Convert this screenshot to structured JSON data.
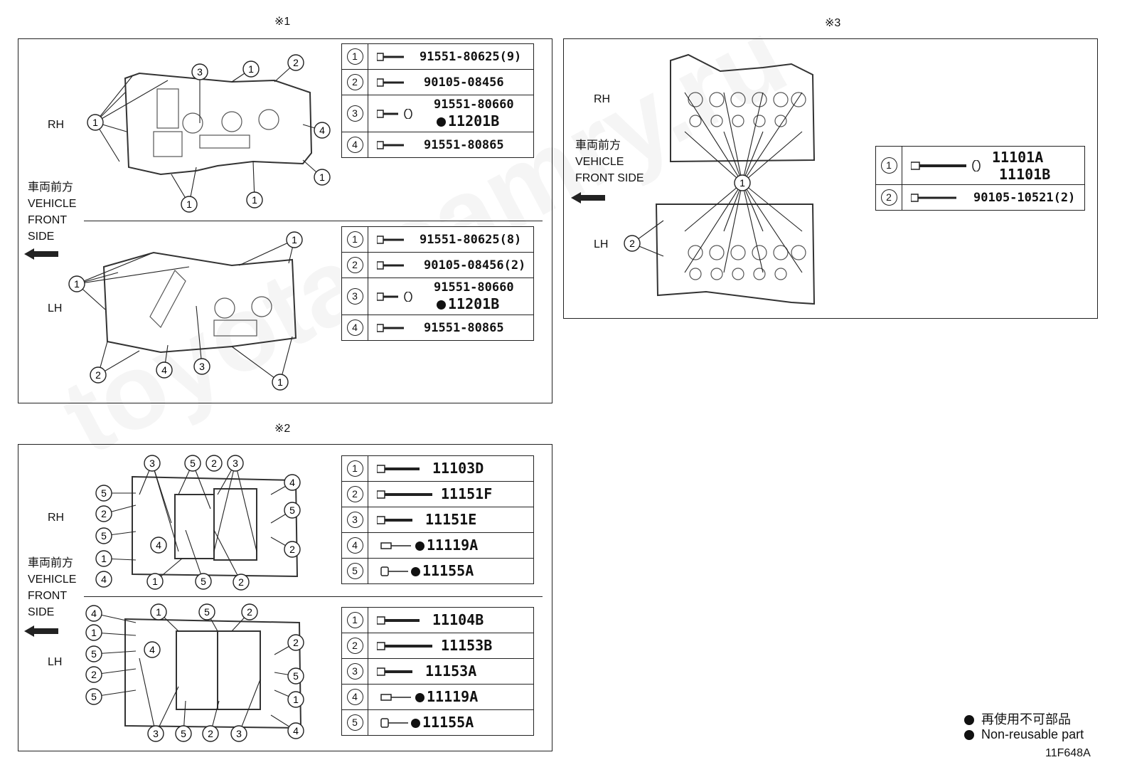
{
  "panel1": {
    "mark": "※1",
    "rh_label": "RH",
    "lh_label": "LH",
    "front_jp": "車両前方",
    "front_en1": "VEHICLE",
    "front_en2": "FRONT",
    "front_en3": "SIDE",
    "rh_legend": [
      {
        "num": "1",
        "parts": [
          "91551-80625(9)"
        ]
      },
      {
        "num": "2",
        "parts": [
          "90105-08456"
        ]
      },
      {
        "num": "3",
        "parts": [
          "91551-80660",
          "11201B"
        ]
      },
      {
        "num": "4",
        "parts": [
          "91551-80865"
        ]
      }
    ],
    "lh_legend": [
      {
        "num": "1",
        "parts": [
          "91551-80625(8)"
        ]
      },
      {
        "num": "2",
        "parts": [
          "90105-08456(2)"
        ]
      },
      {
        "num": "3",
        "parts": [
          "91551-80660",
          "11201B"
        ]
      },
      {
        "num": "4",
        "parts": [
          "91551-80865"
        ]
      }
    ]
  },
  "panel2": {
    "mark": "※2",
    "rh_label": "RH",
    "lh_label": "LH",
    "front_jp": "車両前方",
    "front_en1": "VEHICLE",
    "front_en2": "FRONT",
    "front_en3": "SIDE",
    "rh_legend": [
      {
        "num": "1",
        "parts": [
          "11103D"
        ]
      },
      {
        "num": "2",
        "parts": [
          "11151F"
        ]
      },
      {
        "num": "3",
        "parts": [
          "11151E"
        ]
      },
      {
        "num": "4",
        "parts": [
          "11119A"
        ]
      },
      {
        "num": "5",
        "parts": [
          "11155A"
        ]
      }
    ],
    "lh_legend": [
      {
        "num": "1",
        "parts": [
          "11104B"
        ]
      },
      {
        "num": "2",
        "parts": [
          "11153B"
        ]
      },
      {
        "num": "3",
        "parts": [
          "11153A"
        ]
      },
      {
        "num": "4",
        "parts": [
          "11119A"
        ]
      },
      {
        "num": "5",
        "parts": [
          "11155A"
        ]
      }
    ]
  },
  "panel3": {
    "mark": "※3",
    "rh_label": "RH",
    "lh_label": "LH",
    "front_jp": "車両前方",
    "front_en1": "VEHICLE",
    "front_en2": "FRONT SIDE",
    "legend": [
      {
        "num": "1",
        "parts": [
          "11101A",
          "11101B"
        ]
      },
      {
        "num": "2",
        "parts": [
          "90105-10521(2)"
        ]
      }
    ]
  },
  "callout_numbers": [
    "1",
    "2",
    "3",
    "4",
    "5"
  ],
  "note_jp": "再使用不可部品",
  "note_en": "Non-reusable part",
  "figure_code": "11F648A"
}
